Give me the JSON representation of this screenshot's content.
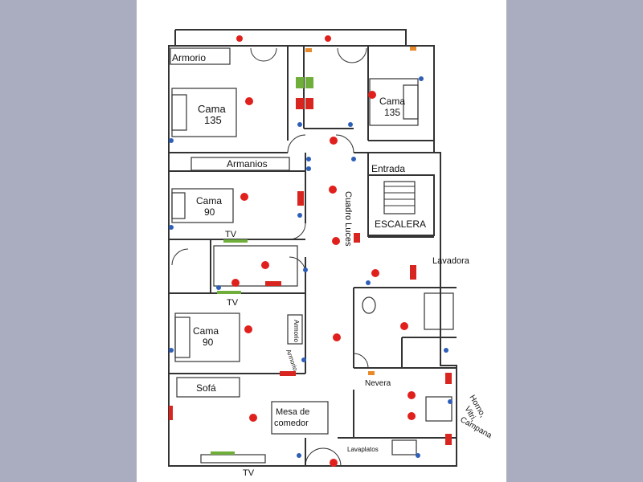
{
  "colors": {
    "background_panel": "#a9adbf",
    "wall": "#333333",
    "light_point": "#e0201c",
    "socket": "#2e5fb8",
    "switch_orange": "#e88a2a",
    "green_device": "#6fae3a",
    "red_device": "#d8251f"
  },
  "rooms": {
    "armorio": "Armorio",
    "cama_135_left_1": "Cama",
    "cama_135_left_2": "135",
    "cama_135_right_1": "Cama",
    "cama_135_right_2": "135",
    "armanios": "Armanios",
    "cama_90_top_1": "Cama",
    "cama_90_top_2": "90",
    "cama_90_bottom_1": "Cama",
    "cama_90_bottom_2": "90",
    "entrada": "Entrada",
    "cuadro_luces": "Cuadro Luces",
    "escalera": "ESCALERA",
    "lavadora": "Lavadora",
    "tv_1": "TV",
    "tv_2": "TV",
    "tv_3": "TV",
    "armorio_small_1": "Armorio",
    "armorio_small_2": "Armorio",
    "sofa": "Sofá",
    "nevera": "Nevera",
    "mesa_1": "Mesa de",
    "mesa_2": "comedor",
    "lavaplatos": "Lavaplatos",
    "horno_1": "Horno,",
    "horno_2": "Vitri,",
    "horno_3": "Campana"
  }
}
